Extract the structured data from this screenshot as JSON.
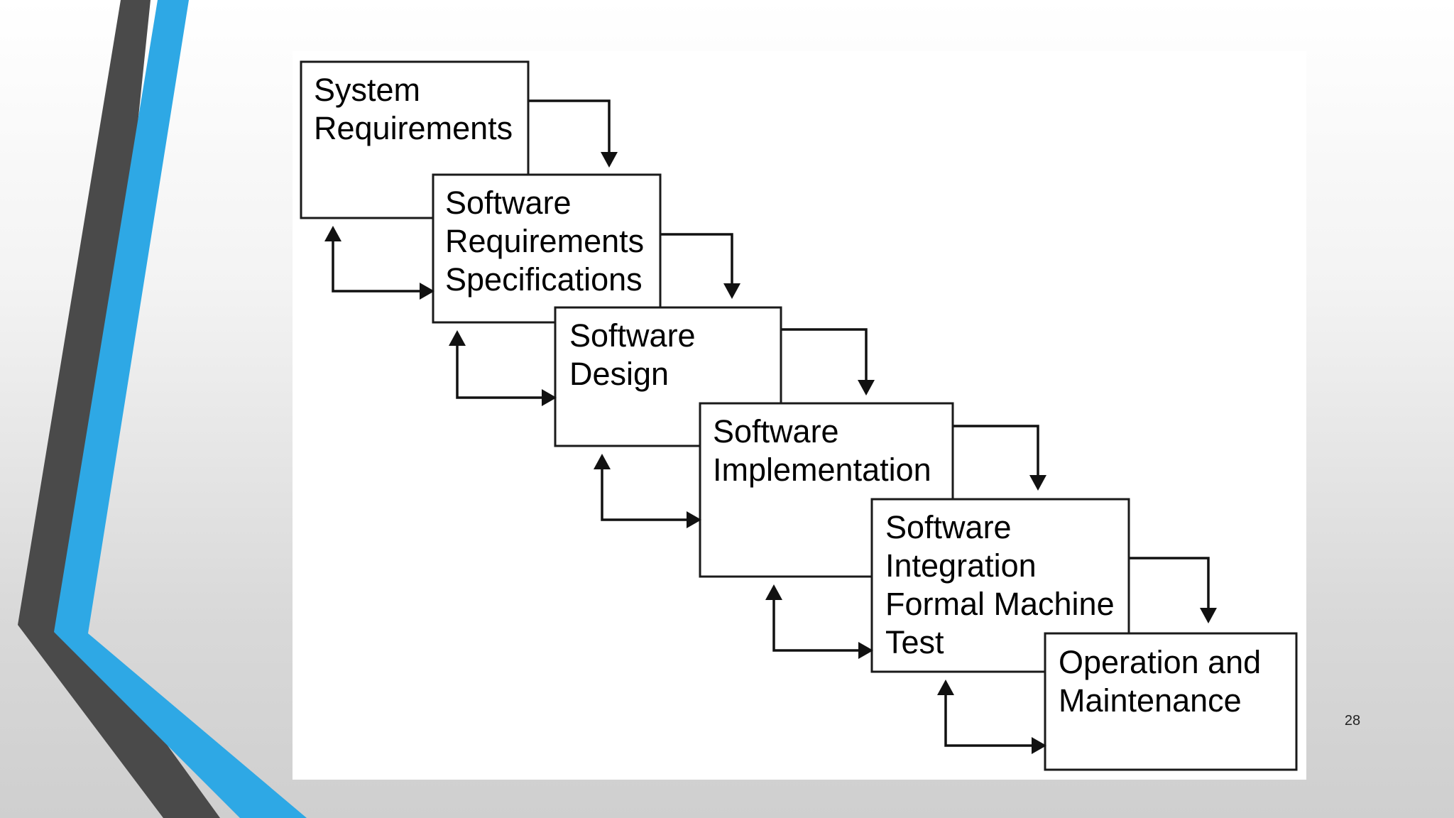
{
  "slide": {
    "number": "28"
  },
  "colors": {
    "accent_blue": "#2ea8e5",
    "accent_blue_dark": "#1580c2",
    "accent_gray": "#4a4a4a",
    "accent_gray_dark": "#363636"
  },
  "diagram": {
    "stages": [
      {
        "lines": [
          "System",
          "Requirements"
        ]
      },
      {
        "lines": [
          "Software",
          "Requirements",
          "Specifications"
        ]
      },
      {
        "lines": [
          "Software",
          "Design"
        ]
      },
      {
        "lines": [
          "Software",
          "Implementation"
        ]
      },
      {
        "lines": [
          "Software",
          "Integration",
          "Formal Machine",
          "Test"
        ]
      },
      {
        "lines": [
          "Operation and",
          "Maintenance"
        ]
      }
    ]
  }
}
